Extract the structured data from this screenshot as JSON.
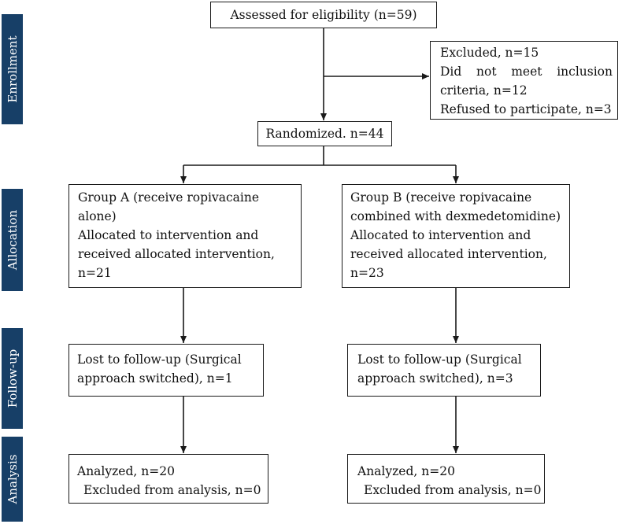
{
  "stages": {
    "enrollment": "Enrollment",
    "allocation": "Allocation",
    "followup": "Follow-up",
    "analysis": "Analysis"
  },
  "assessed": "Assessed for eligibility (n=59)",
  "excluded": {
    "line1": "Excluded, n=15",
    "line2_words": [
      "Did",
      "not",
      "meet",
      "inclusion"
    ],
    "line3": "criteria, n=12",
    "line4": "Refused to participate, n=3"
  },
  "randomized": "Randomized. n=44",
  "group_a": {
    "allocation": {
      "line1": "Group A (receive ropivacaine",
      "line2": "alone)",
      "line3": "Allocated to intervention and",
      "line4": "received allocated intervention,",
      "line5": "n=21"
    },
    "followup": {
      "line1": "Lost to follow-up (Surgical",
      "line2": "approach switched), n=1"
    },
    "analysis": {
      "line1": "Analyzed, n=20",
      "line2": "Excluded from analysis, n=0"
    }
  },
  "group_b": {
    "allocation": {
      "line1": "Group B (receive ropivacaine",
      "line2": "combined with dexmedetomidine)",
      "line3": "Allocated to intervention and",
      "line4": "received allocated intervention,",
      "line5": "n=23"
    },
    "followup": {
      "line1": "Lost to follow-up (Surgical",
      "line2": "approach switched), n=3"
    },
    "analysis": {
      "line1": "Analyzed, n=20",
      "line2": "Excluded from analysis, n=0"
    }
  }
}
